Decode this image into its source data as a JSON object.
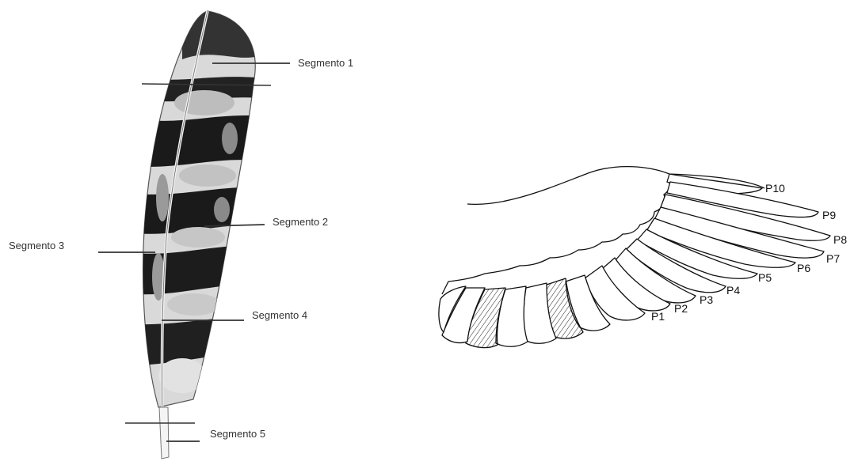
{
  "feather": {
    "segments": [
      {
        "label": "Segmento 1"
      },
      {
        "label": "Segmento 2"
      },
      {
        "label": "Segmento 3"
      },
      {
        "label": "Segmento 4"
      },
      {
        "label": "Segmento 5"
      }
    ]
  },
  "wing": {
    "primaries": [
      {
        "label": "P1"
      },
      {
        "label": "P2"
      },
      {
        "label": "P3"
      },
      {
        "label": "P4"
      },
      {
        "label": "P5"
      },
      {
        "label": "P6"
      },
      {
        "label": "P7"
      },
      {
        "label": "P8"
      },
      {
        "label": "P9"
      },
      {
        "label": "P10"
      }
    ]
  }
}
